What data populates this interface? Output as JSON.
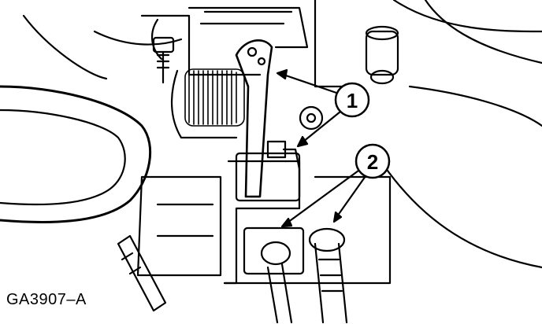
{
  "figure_id": "GA3907–A",
  "callouts": [
    {
      "label": "1"
    },
    {
      "label": "2"
    }
  ]
}
